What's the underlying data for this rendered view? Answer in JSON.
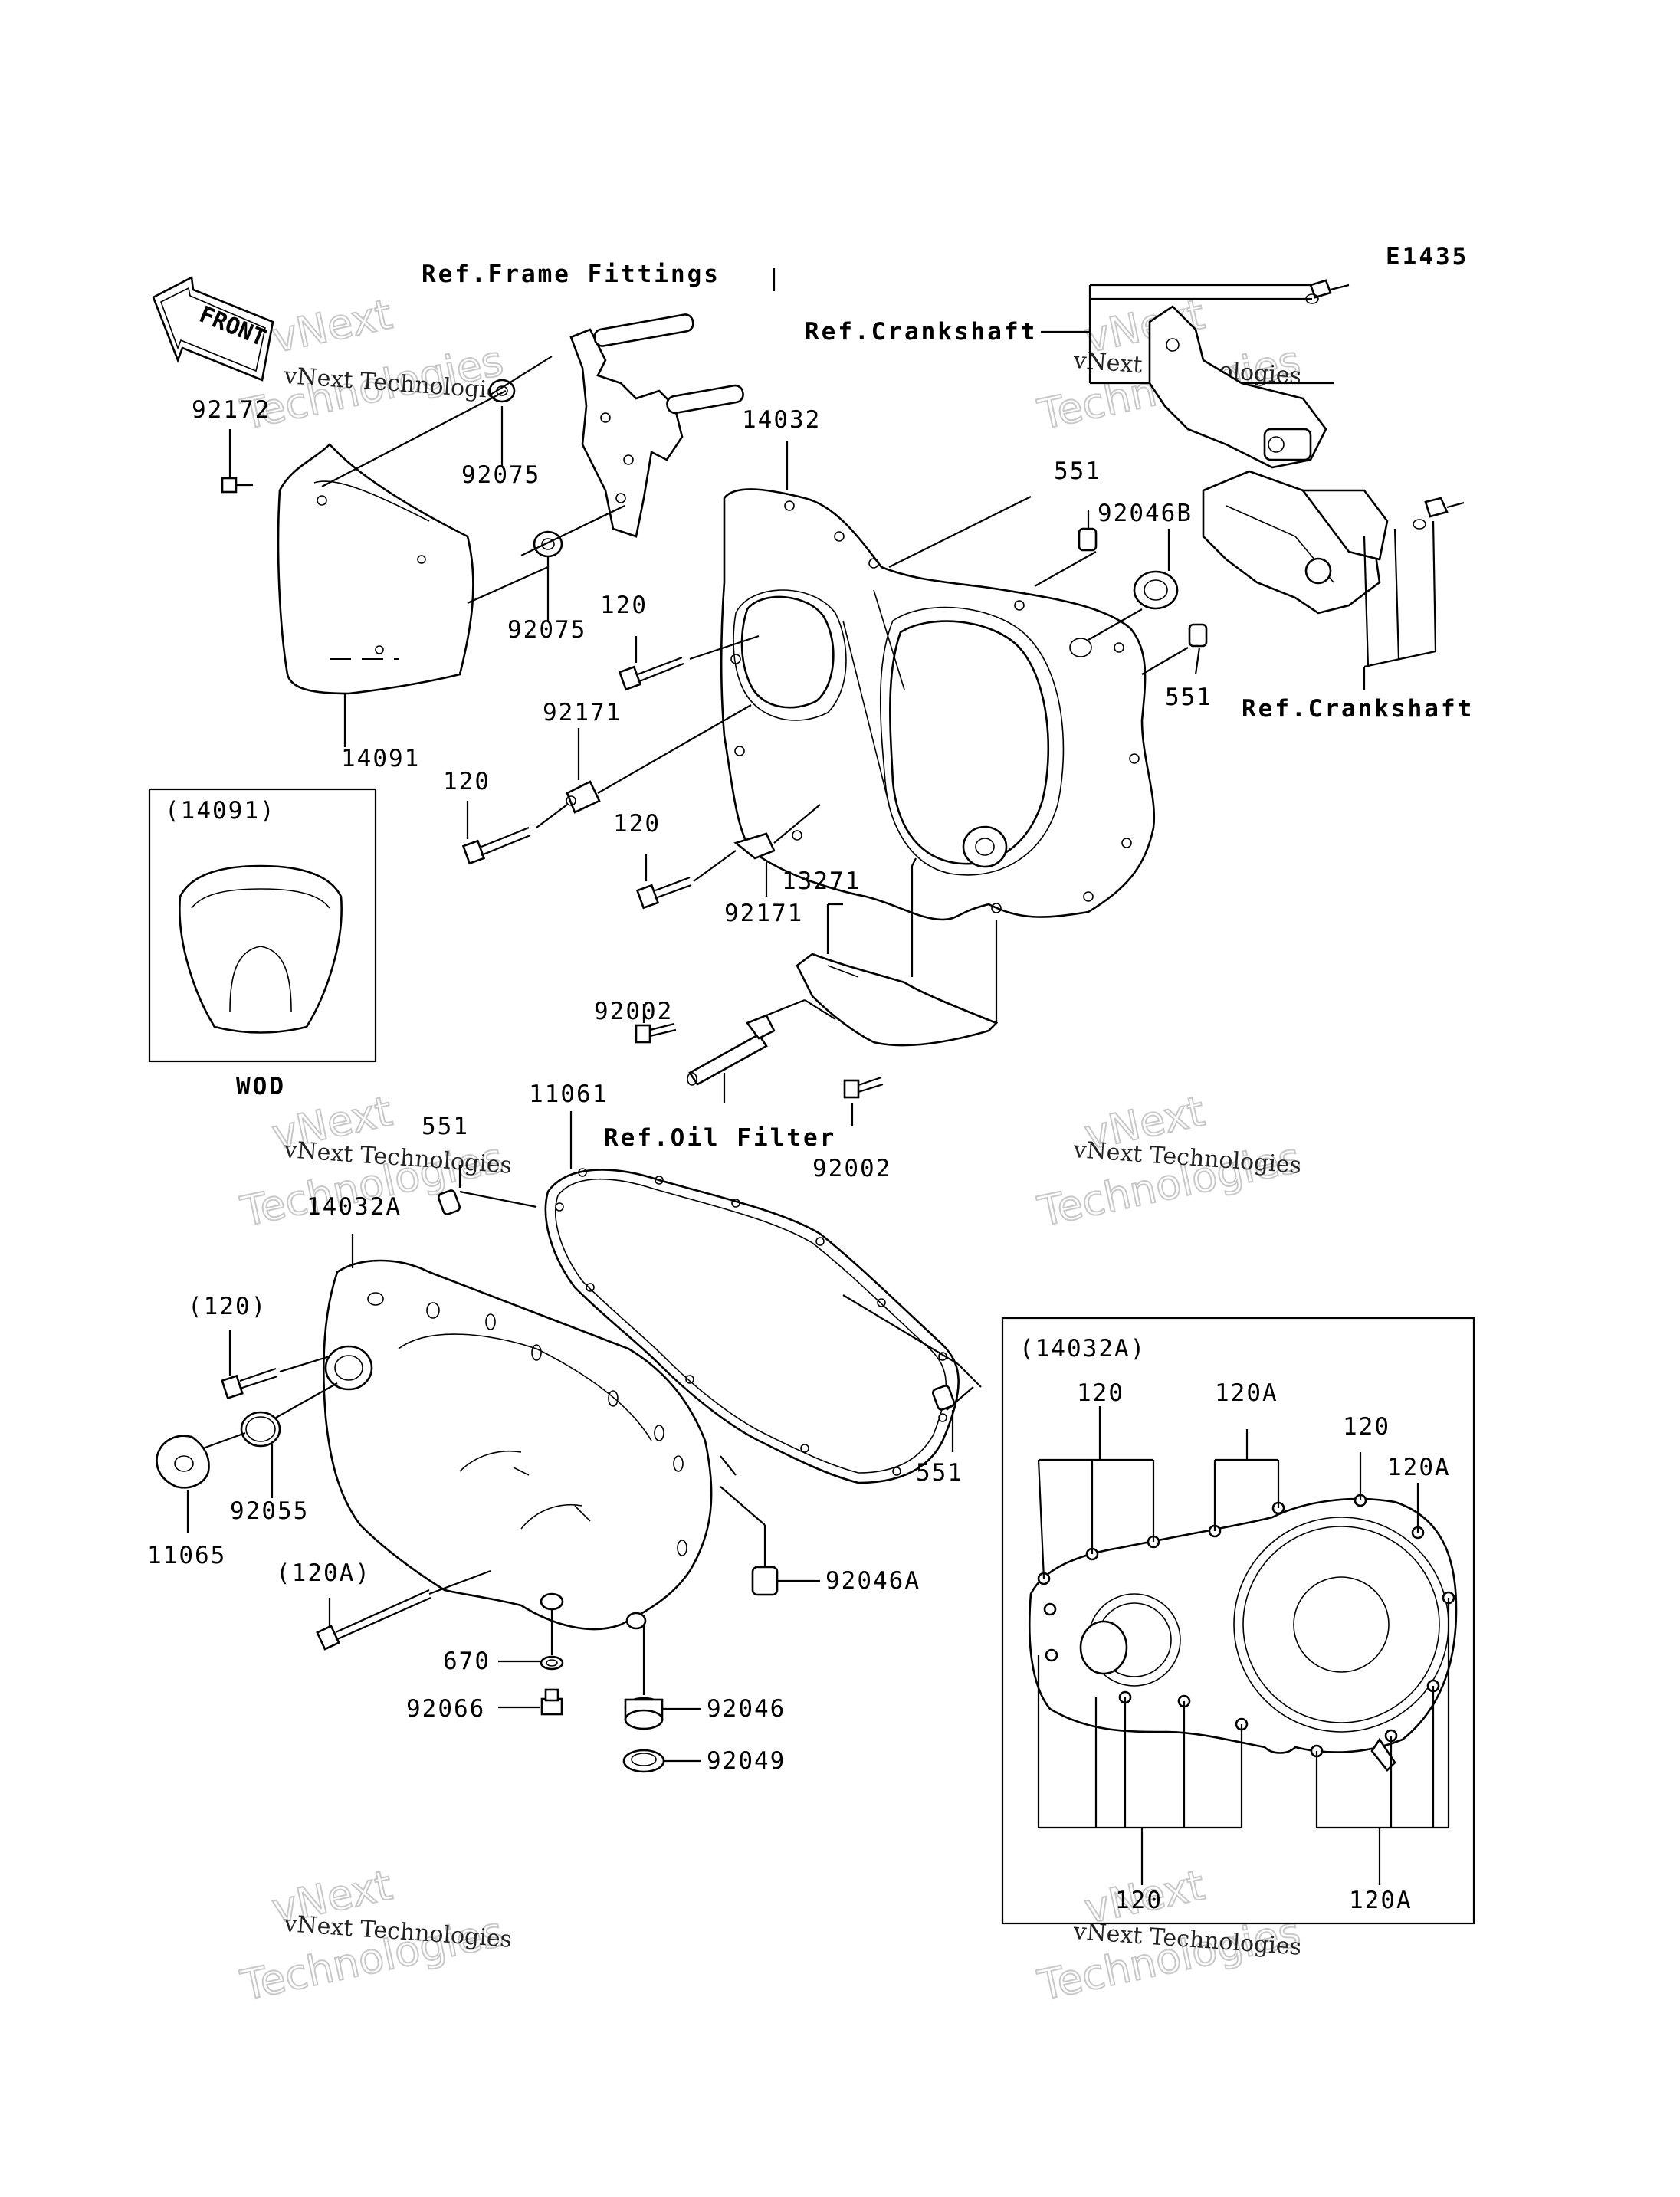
{
  "diagram_id": "E1435",
  "front_arrow": "FRONT",
  "references": {
    "frame_fittings": "Ref.Frame Fittings",
    "crankshaft_top": "Ref.Crankshaft",
    "crankshaft_right": "Ref.Crankshaft",
    "oil_filter": "Ref.Oil Filter"
  },
  "parts": {
    "p92172": "92172",
    "p92075_a": "92075",
    "p92075_b": "92075",
    "p14091": "14091",
    "p14032": "14032",
    "p551_a": "551",
    "p92046B": "92046B",
    "p120_a": "120",
    "p551_b": "551",
    "p92171_a": "92171",
    "p120_b": "120",
    "p120_c": "120",
    "p92171_b": "92171",
    "p13271": "13271",
    "p92002_a": "92002",
    "p11061": "11061",
    "p92002_b": "92002",
    "p551_c": "551",
    "p14032A": "14032A",
    "p120_paren": "(120)",
    "p92055": "92055",
    "p11065": "11065",
    "p120A_paren": "(120A)",
    "p551_d": "551",
    "p92046A": "92046A",
    "p670": "670",
    "p92066": "92066",
    "p92046": "92046",
    "p92049": "92049"
  },
  "inset_14091": {
    "title": "(14091)",
    "caption": "WOD"
  },
  "inset_14032A": {
    "title": "(14032A)",
    "top_120_left": "120",
    "top_120A": "120A",
    "top_120_right": "120",
    "top_120A_right": "120A",
    "bottom_120": "120",
    "bottom_120A": "120A"
  },
  "watermark": {
    "line1": "vNext Technologies",
    "line2": "Technologies",
    "line3": "vNext"
  }
}
